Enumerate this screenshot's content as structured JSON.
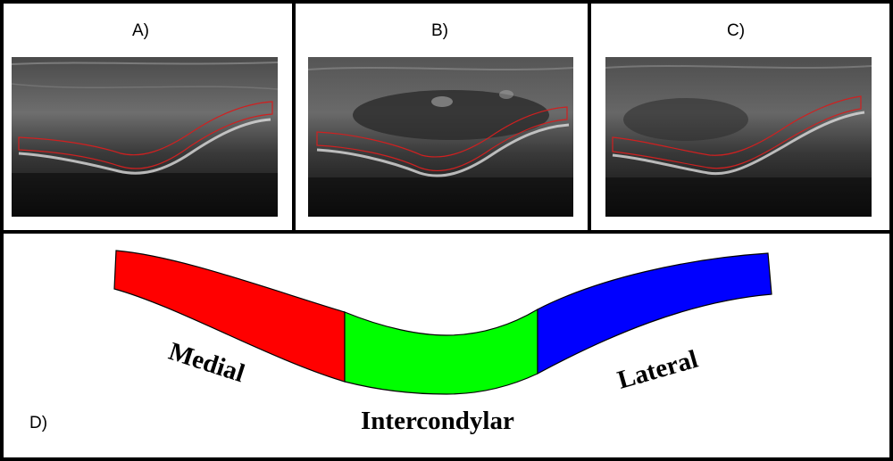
{
  "panels": {
    "a": {
      "label": "A)"
    },
    "b": {
      "label": "B)"
    },
    "c": {
      "label": "C)"
    },
    "d": {
      "label": "D)"
    }
  },
  "regions": {
    "medial": {
      "label": "Medial",
      "color": "#ff0000"
    },
    "intercondylar": {
      "label": "Intercondylar",
      "color": "#00ff00"
    },
    "lateral": {
      "label": "Lateral",
      "color": "#0000ff"
    }
  },
  "outline_color": "#d02020"
}
